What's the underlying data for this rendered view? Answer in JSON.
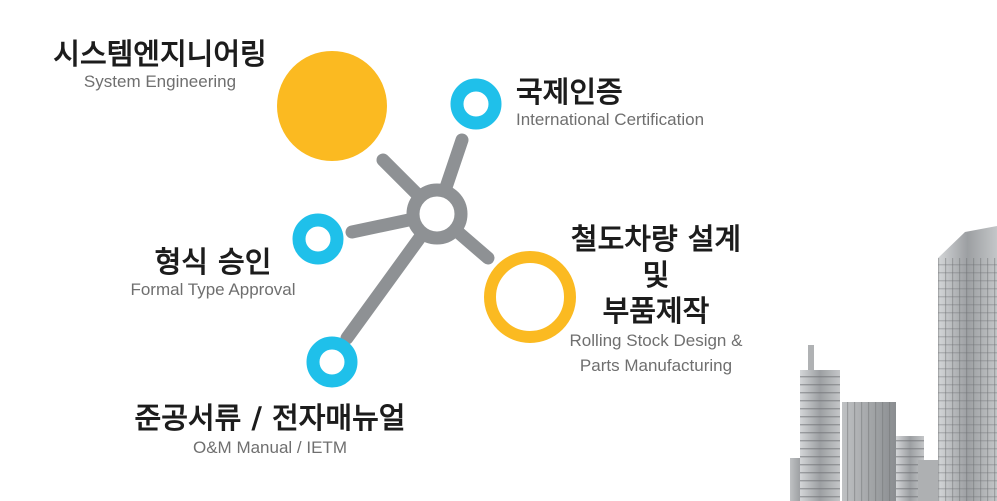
{
  "nodes": {
    "system_engineering": {
      "title": "시스템엔지니어링",
      "subtitle": "System Engineering",
      "color": "#FBBA21"
    },
    "international_certification": {
      "title": "국제인증",
      "subtitle": "International Certification",
      "color": "#1FC0EA"
    },
    "formal_type_approval": {
      "title": "형식 승인",
      "subtitle": "Formal Type Approval",
      "color": "#1FC0EA"
    },
    "rolling_stock": {
      "title_lines": [
        "철도차량 설계",
        "및",
        "부품제작"
      ],
      "subtitle_lines": [
        "Rolling Stock Design &",
        "Parts Manufacturing"
      ],
      "color": "#FBBA21"
    },
    "om_manual": {
      "title": "준공서류 / 전자매뉴얼",
      "subtitle": "O&M Manual / IETM",
      "color": "#1FC0EA"
    }
  },
  "hub_color": "#8E9194"
}
